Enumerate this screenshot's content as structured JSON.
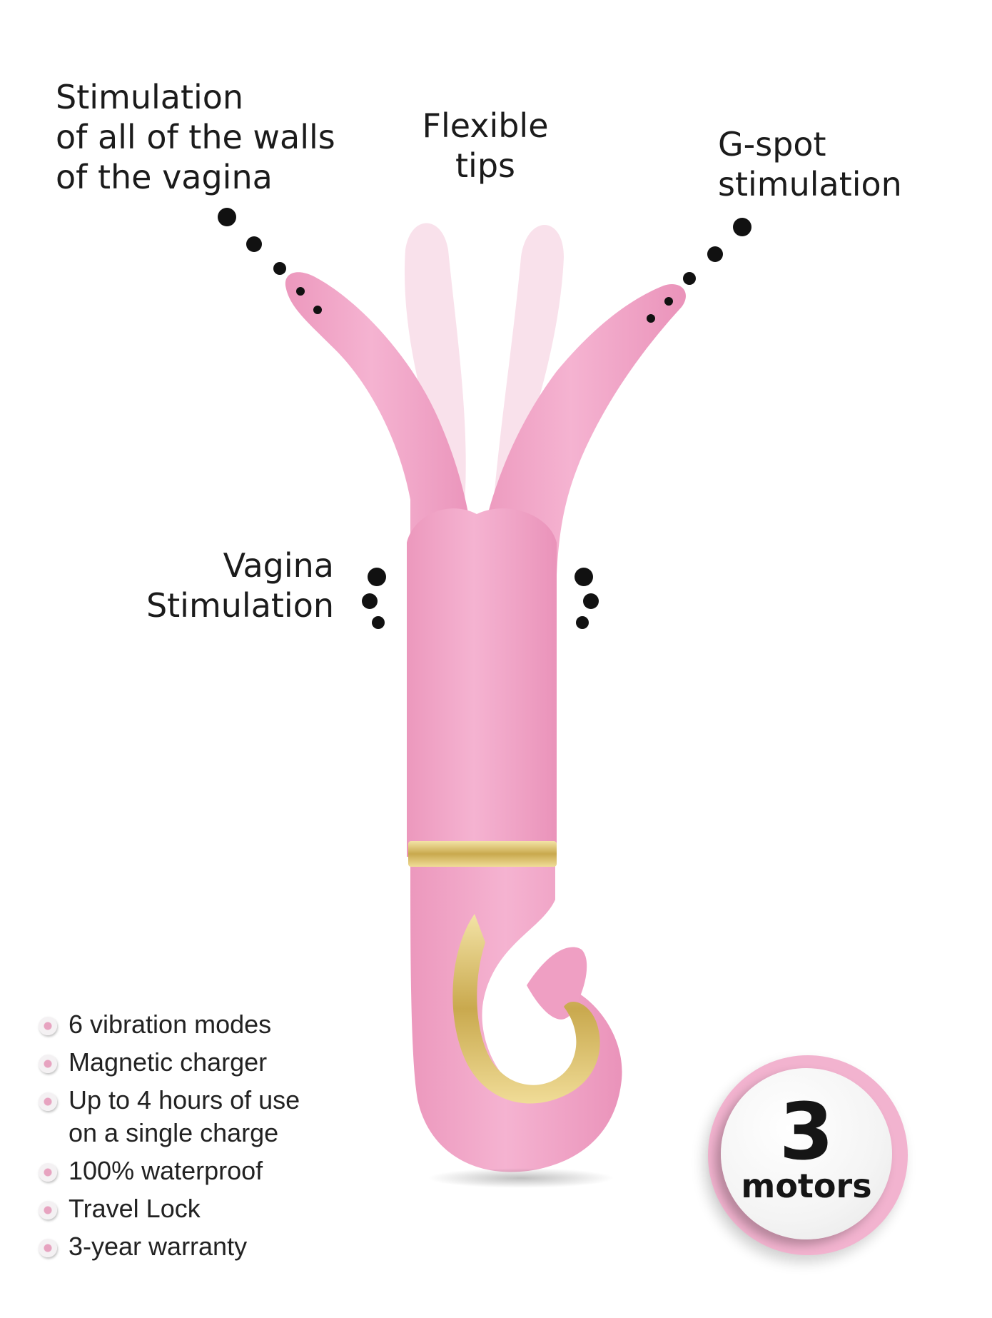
{
  "callouts": {
    "walls": [
      "Stimulation",
      "of all of the walls",
      "of the vagina"
    ],
    "tips": [
      "Flexible",
      "tips"
    ],
    "gspot": [
      "G-spot",
      "stimulation"
    ],
    "vagina": [
      "Vagina",
      "Stimulation"
    ]
  },
  "features": [
    [
      "6 vibration modes"
    ],
    [
      "Magnetic charger"
    ],
    [
      "Up to 4 hours of use",
      "on a single charge"
    ],
    [
      "100% waterproof"
    ],
    [
      "Travel Lock"
    ],
    [
      "3-year warranty"
    ]
  ],
  "badge": {
    "number": "3",
    "word": "motors"
  },
  "colors": {
    "product_pink": "#f1a7c8",
    "ghost_pink": "#f7d9e6",
    "gold": "#d8bf6a",
    "dot": "#111111",
    "badge_ring": "#f2b3cf"
  },
  "icons": {
    "bullet": "pink-dot-bullet-icon",
    "product": "dual-arm-vibrator-illustration"
  }
}
